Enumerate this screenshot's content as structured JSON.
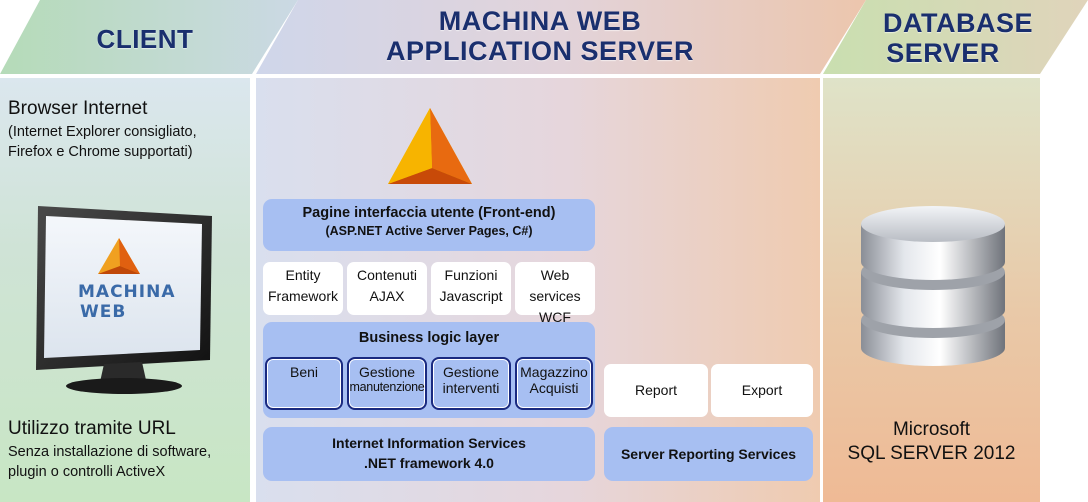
{
  "headers": {
    "client": "CLIENT",
    "server_line1": "MACHINA WEB",
    "server_line2": "APPLICATION SERVER",
    "db_line1": "DATABASE",
    "db_line2": "SERVER"
  },
  "client": {
    "browser_title": "Browser Internet",
    "browser_note_line1": "(Internet Explorer consigliato,",
    "browser_note_line2": "Firefox e Chrome supportati)",
    "monitor_logo_line1": "MACHINA",
    "monitor_logo_line2": "WEB",
    "url_title": "Utilizzo tramite URL",
    "url_note_line1": "Senza installazione di software,",
    "url_note_line2": "plugin o controlli ActiveX"
  },
  "server": {
    "frontend_title": "Pagine interfaccia utente (Front-end)",
    "frontend_sub": "(ASP.NET Active Server Pages, C#)",
    "components": [
      {
        "line1": "Entity",
        "line2": "Framework"
      },
      {
        "line1": "Contenuti",
        "line2": "AJAX"
      },
      {
        "line1": "Funzioni",
        "line2": "Javascript"
      },
      {
        "line1": "Web services",
        "line2": "WCF"
      }
    ],
    "business_title": "Business logic layer",
    "modules": [
      {
        "line1": "Beni",
        "line2": ""
      },
      {
        "line1": "Gestione",
        "line2": "manutenzione"
      },
      {
        "line1": "Gestione",
        "line2": "interventi"
      },
      {
        "line1": "Magazzino",
        "line2": "Acquisti"
      }
    ],
    "iis_line1": "Internet Information Services",
    "iis_line2": ".NET framework 4.0",
    "report_label": "Report",
    "export_label": "Export",
    "ssrs_label": "Server Reporting Services"
  },
  "database": {
    "line1": "Microsoft",
    "line2": "SQL SERVER 2012"
  },
  "colors": {
    "header_text": "#1a2f6e",
    "box_blue": "#a7bff2",
    "module_border": "#1a2a80"
  }
}
